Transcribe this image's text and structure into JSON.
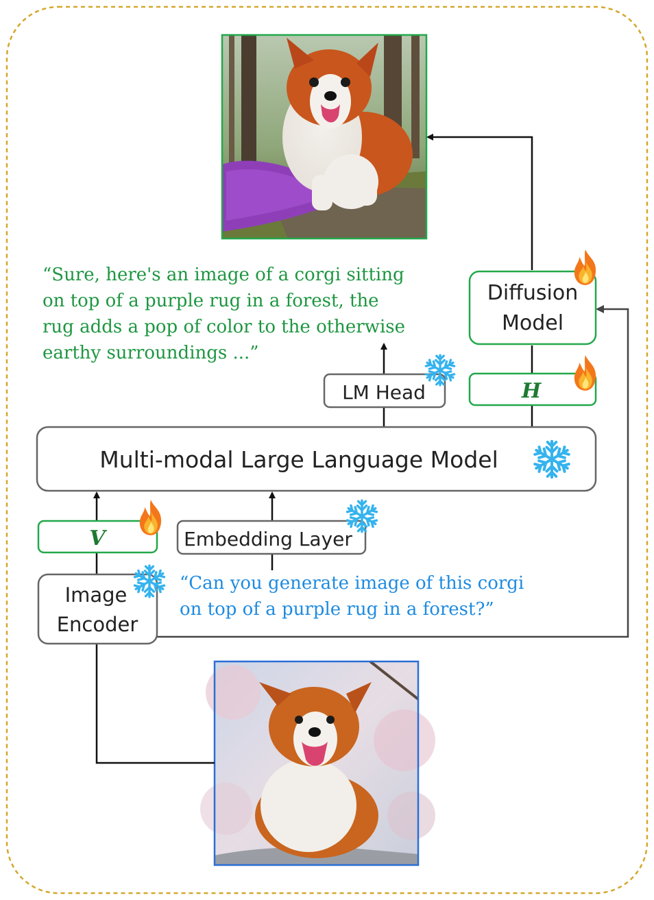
{
  "colors": {
    "frame": "#d4a72c",
    "green_box": "#22a84a",
    "green_text": "#1e9641",
    "blue_text": "#1e8be0",
    "gray_box": "#666666",
    "arrow": "#111111",
    "snowflake": "#35b3ee",
    "flame": "#f08a1c"
  },
  "images": {
    "output_image": "corgi sitting on purple rug in forest",
    "input_image": "corgi with cherry blossoms"
  },
  "boxes": {
    "diffusion_line1": "Diffusion",
    "diffusion_line2": "Model",
    "lm_head": "LM Head",
    "h_label": "H",
    "mllm": "Multi-modal Large Language Model",
    "v_label": "V",
    "embedding": "Embedding Layer",
    "encoder_line1": "Image",
    "encoder_line2": "Encoder"
  },
  "output_text": [
    "“Sure, here's an image of a corgi sitting",
    "on top of a purple rug in a forest, the",
    "rug adds a pop of color to the otherwise",
    "earthy surroundings ...”"
  ],
  "input_text": [
    "“Can you generate image of this corgi",
    "on top of a purple rug in a forest?”"
  ],
  "icons": {
    "frozen": "snowflake-icon",
    "trainable": "flame-icon"
  }
}
